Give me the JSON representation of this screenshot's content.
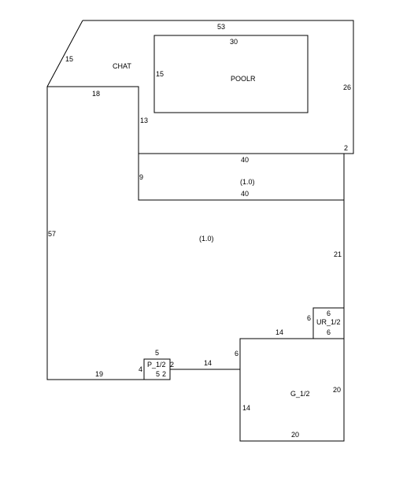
{
  "colors": {
    "line": "#000000",
    "background": "#ffffff"
  },
  "rooms": {
    "chat": "CHAT",
    "poolr": "POOLR",
    "p_half": "P_1/2",
    "ur_half": "UR_1/2",
    "g_half": "G_1/2",
    "ratio_corridor": "(1.0)",
    "ratio_main": "(1.0)"
  },
  "dims": {
    "top": "53",
    "diagonal": "15",
    "right_upper": "26",
    "pool_top": "30",
    "pool_left": "15",
    "step_top": "18",
    "step_vertical": "13",
    "corridor_top": "40",
    "corridor_left": "9",
    "corridor_bottom": "40",
    "jog": "2",
    "left": "57",
    "right_mid": "21",
    "bottom_left": "19",
    "p_top": "5",
    "p_left": "4",
    "p_right": "2",
    "p_bottom_a": "5",
    "p_bottom_b": "2",
    "link": "14",
    "ur_top": "6",
    "ur_left": "6",
    "ur_bottom": "6",
    "g_top": "14",
    "g_left_upper": "6",
    "g_left_lower": "14",
    "g_right": "20",
    "g_bottom": "20"
  }
}
